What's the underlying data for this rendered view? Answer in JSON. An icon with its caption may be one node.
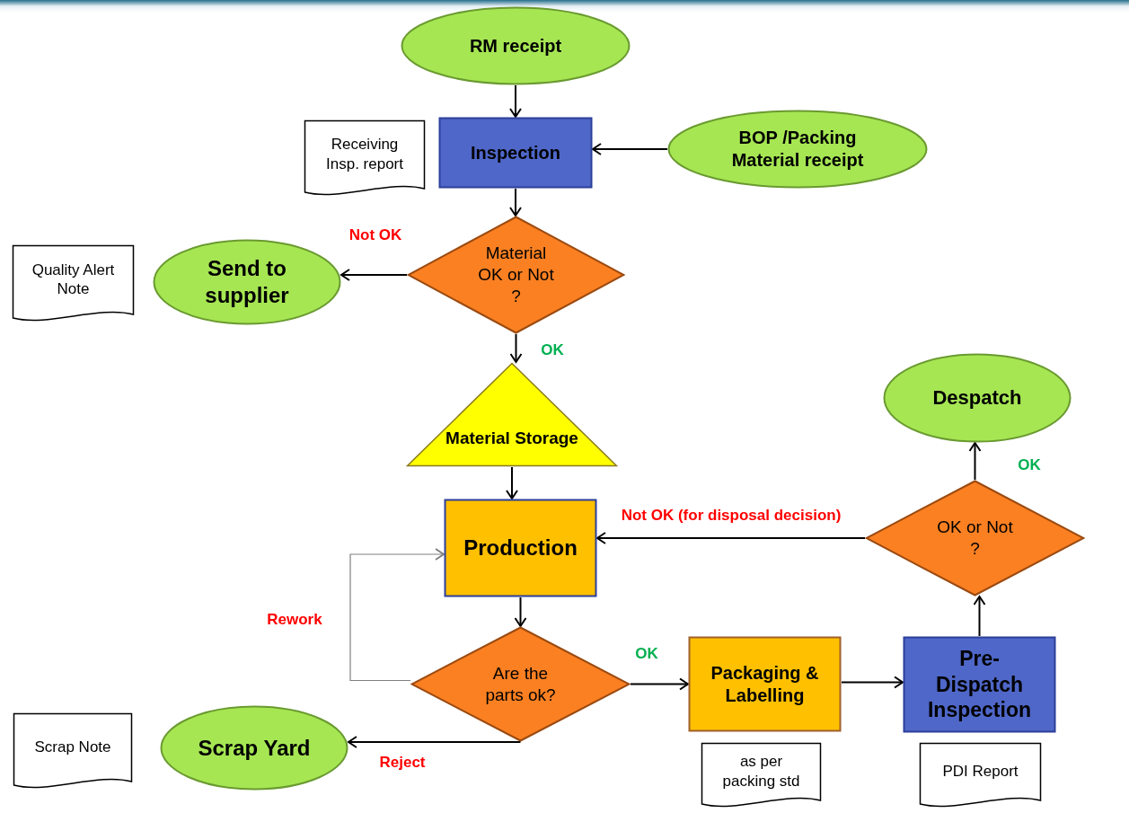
{
  "diagram": {
    "nodes": [
      {
        "text": [
          "RM receipt"
        ]
      },
      {
        "text": [
          "Inspection"
        ]
      },
      {
        "text": [
          "BOP /Packing Material receipt"
        ]
      },
      {
        "text": [
          "Receiving Insp. report"
        ]
      },
      {
        "text": [
          "Material OK or Not ?"
        ]
      },
      {
        "text": [
          "Send to supplier"
        ]
      },
      {
        "text": [
          "Quality Alert Note"
        ]
      },
      {
        "text": [
          "Material Storage"
        ]
      },
      {
        "text": [
          "Production"
        ]
      },
      {
        "text": [
          "Are the parts ok?"
        ]
      },
      {
        "text": [
          "Scrap Yard"
        ]
      },
      {
        "text": [
          "Scrap Note"
        ]
      },
      {
        "text": [
          "Packaging & Labelling"
        ]
      },
      {
        "text": [
          "as per packing std"
        ]
      },
      {
        "text": [
          "Pre-Dispatch Inspection"
        ]
      },
      {
        "text": [
          "PDI Report"
        ]
      },
      {
        "text": [
          "OK or Not ?"
        ]
      },
      {
        "text": [
          "Despatch"
        ]
      }
    ],
    "edges": [
      {
        "from": 0,
        "to": 1,
        "arrow": "to"
      },
      {
        "from": 2,
        "to": 1,
        "arrow": "to"
      },
      {
        "from": 1,
        "to": 4,
        "arrow": "to"
      },
      {
        "from": 4,
        "to": 5,
        "arrow": "to",
        "label": "Not OK"
      },
      {
        "from": 4,
        "to": 7,
        "arrow": "to",
        "label": "OK"
      },
      {
        "from": 7,
        "to": 8,
        "arrow": "to"
      },
      {
        "from": 8,
        "to": 9,
        "arrow": "to"
      },
      {
        "from": 9,
        "to": 8,
        "arrow": "to",
        "label": "Rework",
        "color": "#808080"
      },
      {
        "from": 9,
        "to": 10,
        "arrow": "to",
        "label": "Reject"
      },
      {
        "from": 9,
        "to": 12,
        "arrow": "to",
        "label": "OK"
      },
      {
        "from": 12,
        "to": 14,
        "arrow": "to"
      },
      {
        "from": 14,
        "to": 16,
        "arrow": "to"
      },
      {
        "from": 16,
        "to": 17,
        "arrow": "to",
        "label": "OK"
      },
      {
        "from": 16,
        "to": 8,
        "arrow": "to",
        "label": "Not OK (for disposal decision)"
      }
    ]
  }
}
